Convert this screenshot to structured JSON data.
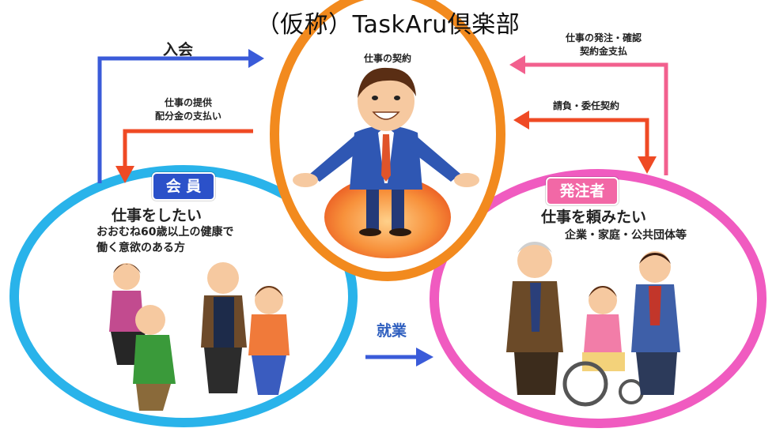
{
  "title": "（仮称）TaskAru倶楽部",
  "center": {
    "label": "仕事の契約"
  },
  "member": {
    "badge": "会 員",
    "heading": "仕事をしたい",
    "desc_line1": "おおむね60歳以上の健康で",
    "desc_line2": "働く意欲のある方"
  },
  "client": {
    "badge": "発注者",
    "heading": "仕事を頼みたい",
    "desc": "企業・家庭・公共団体等"
  },
  "arrows": {
    "join": "入会",
    "provide_line1": "仕事の提供",
    "provide_line2": "配分金の支払い",
    "order_line1": "仕事の発注・確認",
    "order_line2": "契約金支払",
    "contract": "請負・委任契約",
    "employment": "就業"
  },
  "colors": {
    "center_ring": "#f28a1e",
    "member_ring": "#29b3ea",
    "client_ring": "#f05bc0",
    "arrow_blue": "#3a5bd9",
    "arrow_red": "#ef4a24",
    "arrow_pink": "#f2608e",
    "badge_member": "#2b51c9",
    "badge_client": "#f268a6",
    "employment_text": "#2f5fbf"
  }
}
